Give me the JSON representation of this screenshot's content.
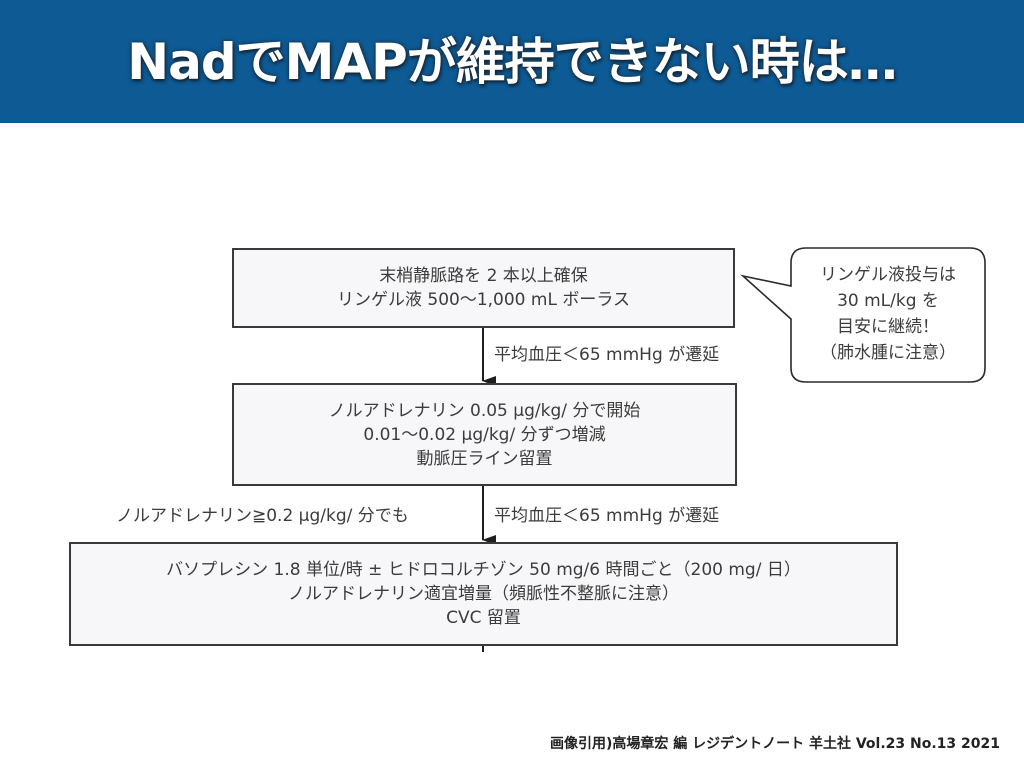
{
  "slide": {
    "title": "NadでMAPが維持できない時は…",
    "colors": {
      "header_bg": "#0e5a94",
      "title_text": "#ffffff",
      "box_border": "#3a3a3a",
      "box_fill": "#f7f7f9",
      "body_text": "#3c3c3c"
    }
  },
  "flowchart": {
    "steps": [
      {
        "lines": [
          "末梢静脈路を 2 本以上確保",
          "リンゲル液 500〜1,000 mL ボーラス"
        ]
      },
      {
        "lines": [
          "ノルアドレナリン 0.05 μg/kg/ 分で開始",
          "0.01〜0.02 μg/kg/ 分ずつ増減",
          "動脈圧ライン留置"
        ]
      },
      {
        "lines": [
          "バソプレシン 1.8 単位/時 ± ヒドロコルチゾン 50 mg/6 時間ごと（200 mg/ 日）",
          "ノルアドレナリン適宜増量（頻脈性不整脈に注意）",
          "CVC 留置"
        ]
      }
    ],
    "transitions": [
      {
        "condition": "平均血圧＜65 mmHg が遷延"
      },
      {
        "condition": "平均血圧＜65 mmHg が遷延",
        "extra_condition": "ノルアドレナリン≧0.2 μg/kg/ 分でも"
      }
    ],
    "callout": {
      "lines": [
        "リンゲル液投与は",
        "30 mL/kg を",
        "目安に継続！",
        "（肺水腫に注意）"
      ]
    }
  },
  "footer": {
    "citation": "画像引用)高場章宏 編 レジデントノート 羊土社 Vol.23 No.13  2021"
  }
}
